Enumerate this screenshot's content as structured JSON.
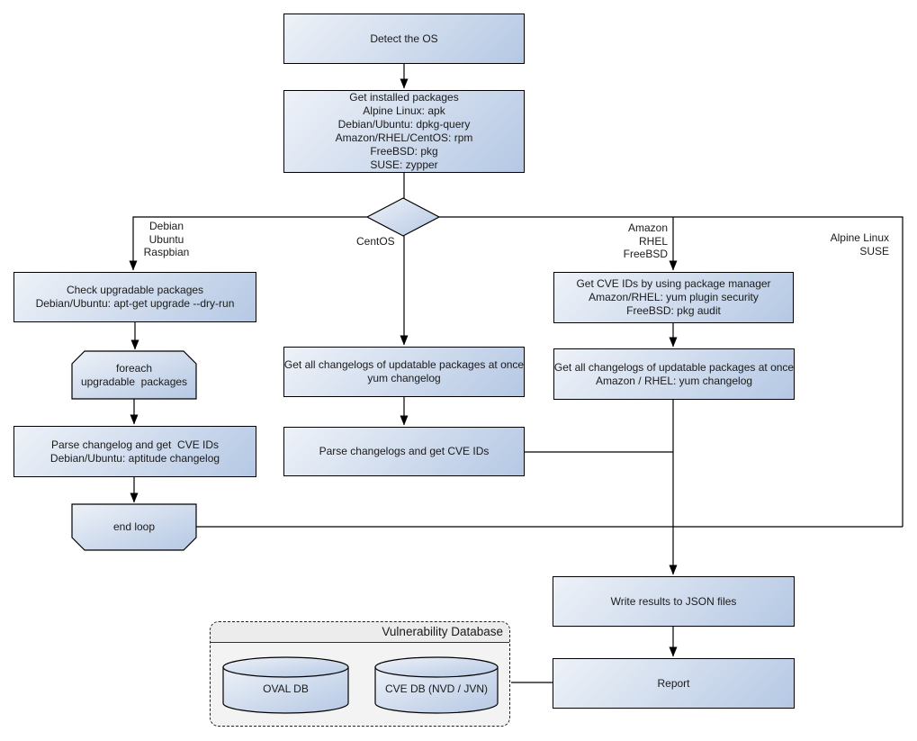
{
  "nodes": {
    "detect_os": "Detect the OS",
    "get_installed": "Get installed packages\nAlpine Linux: apk\nDebian/Ubuntu: dpkg-query\nAmazon/RHEL/CentOS: rpm\nFreeBSD: pkg\nSUSE: zypper",
    "check_upgradable": "Check upgradable packages\nDebian/Ubuntu: apt-get upgrade --dry-run",
    "foreach_loop": "foreach\nupgradable  packages",
    "parse_changelog_deb": "Parse changelog and get  CVE IDs\nDebian/Ubuntu: aptitude changelog",
    "end_loop": "end loop",
    "get_changelogs_centos": "Get all changelogs of updatable packages at once\nyum changelog",
    "parse_changelogs_centos": "Parse changelogs and get CVE IDs",
    "get_cve_ids_pkg_mgr": "Get CVE IDs by using package manager\nAmazon/RHEL: yum plugin security\nFreeBSD: pkg audit",
    "get_changelogs_amazon": "Get all changelogs of updatable packages at once\nAmazon / RHEL: yum changelog",
    "write_json": "Write results to JSON files",
    "report": "Report"
  },
  "branch_labels": {
    "debian": "Debian\nUbuntu\nRaspbian",
    "centos": "CentOS",
    "amazon": "Amazon\nRHEL\nFreeBSD",
    "alpine": "Alpine Linux\nSUSE"
  },
  "database": {
    "title": "Vulnerability Database",
    "oval_db": "OVAL DB",
    "cve_db": "CVE DB (NVD / JVN)"
  },
  "colors": {
    "node_gradient_start": "#eef2f8",
    "node_gradient_end": "#b5c8e4",
    "node_border": "#000000",
    "connector": "#000000",
    "db_container_fill": "#f3f3f3",
    "text": "#1a1a1a"
  }
}
